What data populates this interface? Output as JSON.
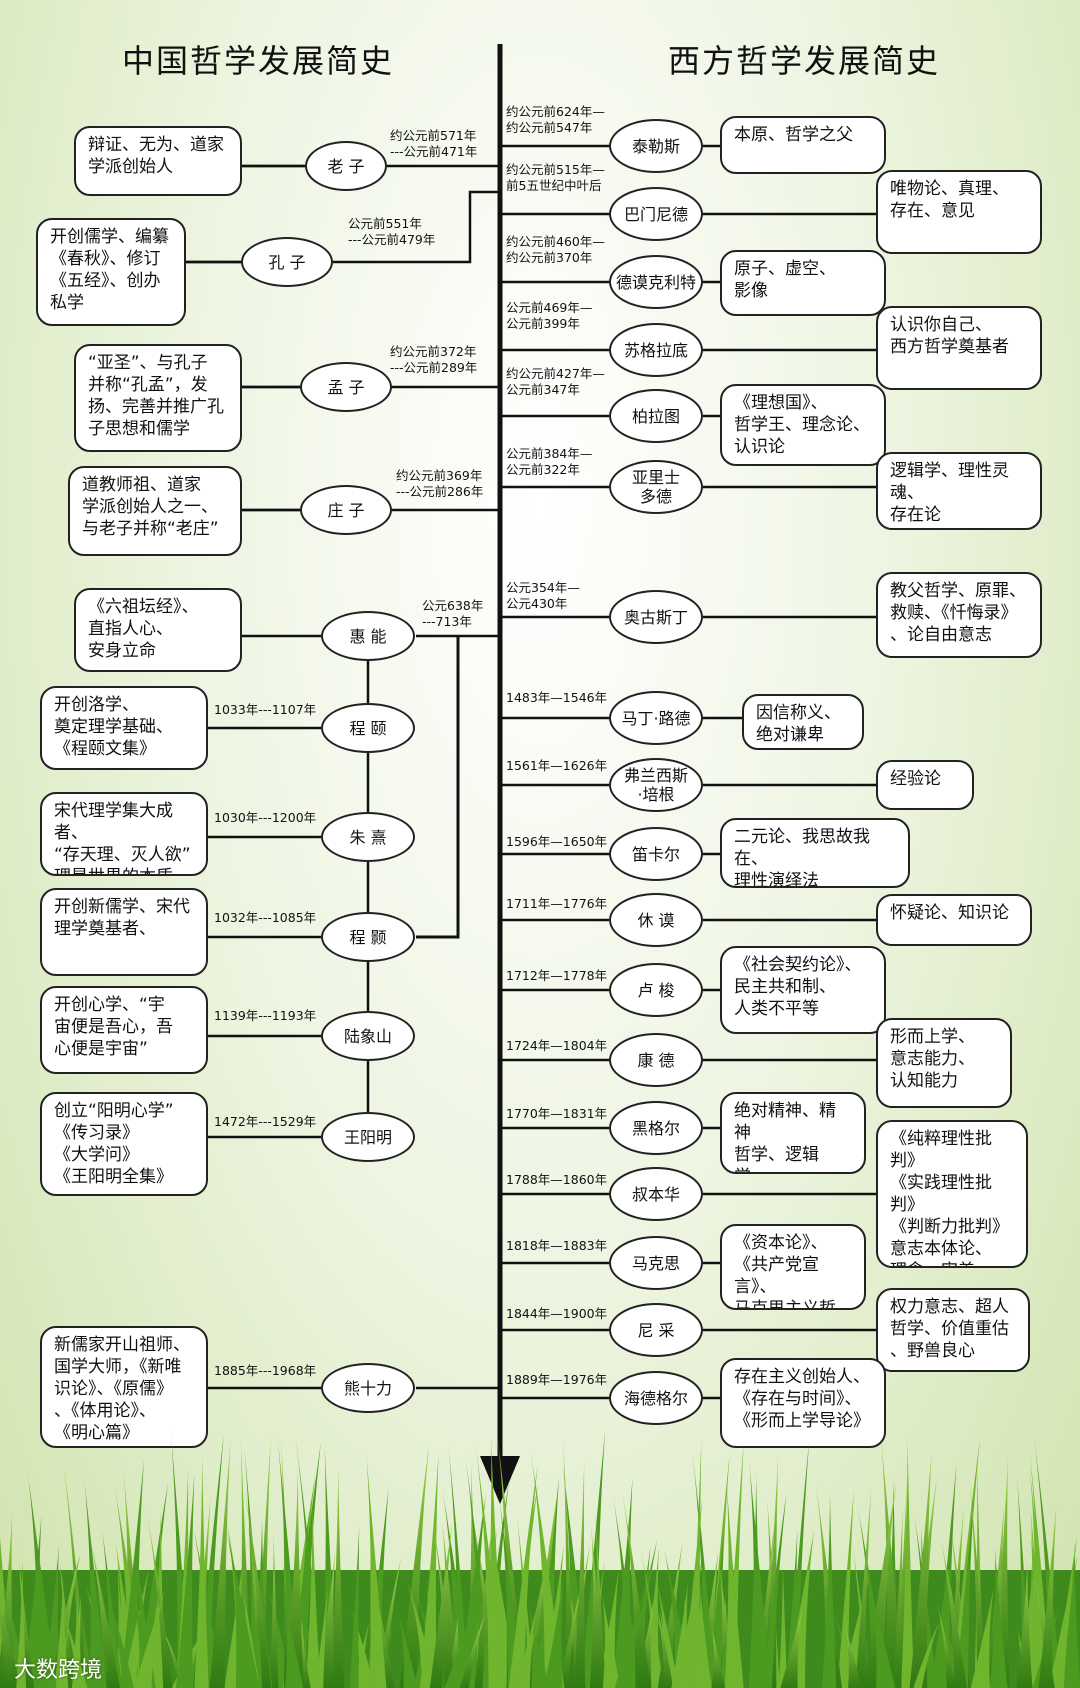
{
  "header": {
    "left_title": "中国哲学发展简史",
    "right_title": "西方哲学发展简史"
  },
  "chinese": [
    {
      "name": "老  子",
      "date": "约公元前571年\n---公元前471年",
      "desc": "辩证、无为、道家\n学派创始人"
    },
    {
      "name": "孔  子",
      "date": "公元前551年\n---公元前479年",
      "desc": "开创儒学、编纂\n《春秋》、修订\n《五经》、创办\n私学"
    },
    {
      "name": "孟  子",
      "date": "约公元前372年\n---公元前289年",
      "desc": "“亚圣”、与孔子\n并称“孔孟”，发\n扬、完善并推广孔\n子思想和儒学"
    },
    {
      "name": "庄  子",
      "date": "约公元前369年\n---公元前286年",
      "desc": "道教师祖、道家\n学派创始人之一、\n与老子并称“老庄”"
    },
    {
      "name": "惠  能",
      "date": "公元638年\n---713年",
      "desc": "《六祖坛经》、\n直指人心、\n安身立命"
    },
    {
      "name": "程  颐",
      "date": "1033年---1107年",
      "desc": "开创洛学、\n奠定理学基础、\n《程颐文集》"
    },
    {
      "name": "朱  熹",
      "date": "1030年---1200年",
      "desc": "宋代理学集大成者、\n“存天理、灭人欲”\n理是世界的本质"
    },
    {
      "name": "程  颢",
      "date": "1032年---1085年",
      "desc": "开创新儒学、宋代\n理学奠基者、"
    },
    {
      "name": "陆象山",
      "date": "1139年---1193年",
      "desc": "开创心学、“宇\n宙便是吾心，吾\n心便是宇宙”"
    },
    {
      "name": "王阳明",
      "date": "1472年---1529年",
      "desc": "创立“阳明心学”\n《传习录》\n《大学问》\n《王阳明全集》"
    },
    {
      "name": "熊十力",
      "date": "1885年---1968年",
      "desc": "新儒家开山祖师、\n国学大师，《新唯\n识论》、《原儒》\n、《体用论》、\n《明心篇》"
    }
  ],
  "western": [
    {
      "name": "泰勒斯",
      "date": "约公元前624年—\n约公元前547年",
      "desc": "本原、哲学之父"
    },
    {
      "name": "巴门尼德",
      "date": "约公元前515年—\n前5五世纪中叶后",
      "desc": "唯物论、真理、\n存在、意见"
    },
    {
      "name": "德谟克利特",
      "date": "约公元前460年—\n约公元前370年",
      "desc": "原子、虚空、\n影像"
    },
    {
      "name": "苏格拉底",
      "date": "公元前469年—\n公元前399年",
      "desc": "认识你自己、\n西方哲学奠基者"
    },
    {
      "name": "柏拉图",
      "date": "约公元前427年—\n公元前347年",
      "desc": "《理想国》、\n哲学王、理念论、\n认识论"
    },
    {
      "name": "亚里士\n多德",
      "date": "公元前384年—\n公元前322年",
      "desc": "逻辑学、理性灵魂、\n存在论"
    },
    {
      "name": "奥古斯丁",
      "date": "公元354年—\n公元430年",
      "desc": "教父哲学、原罪、\n救赎、《忏悔录》\n、论自由意志"
    },
    {
      "name": "马丁·路德",
      "date": "1483年—1546年",
      "desc": "因信称义、\n绝对谦卑"
    },
    {
      "name": "弗兰西斯\n·培根",
      "date": "1561年—1626年",
      "desc": "经验论"
    },
    {
      "name": "笛卡尔",
      "date": "1596年—1650年",
      "desc": "二元论、我思故我在、\n理性演绎法"
    },
    {
      "name": "休  谟",
      "date": "1711年—1776年",
      "desc": "怀疑论、知识论"
    },
    {
      "name": "卢  梭",
      "date": "1712年—1778年",
      "desc": "《社会契约论》、\n民主共和制、\n人类不平等"
    },
    {
      "name": "康  德",
      "date": "1724年—1804年",
      "desc": "形而上学、\n意志能力、\n认知能力"
    },
    {
      "name": "黑格尔",
      "date": "1770年—1831年",
      "desc": "绝对精神、精神\n哲学、逻辑学、\n自然、哲学、"
    },
    {
      "name": "叔本华",
      "date": "1788年—1860年",
      "desc": "《纯粹理性批判》\n《实践理性批判》\n《判断力批判》\n意志本体论、\n理念、审美、\n毁灭、虚无"
    },
    {
      "name": "马克思",
      "date": "1818年—1883年",
      "desc": "《资本论》、\n《共产党宣言》、\n马克思主义哲学"
    },
    {
      "name": "尼  采",
      "date": "1844年—1900年",
      "desc": "权力意志、超人\n哲学、价值重估\n、野兽良心"
    },
    {
      "name": "海德格尔",
      "date": "1889年—1976年",
      "desc": "存在主义创始人、\n《存在与时间》、\n《形而上学导论》"
    }
  ],
  "watermark": "大数跨境"
}
